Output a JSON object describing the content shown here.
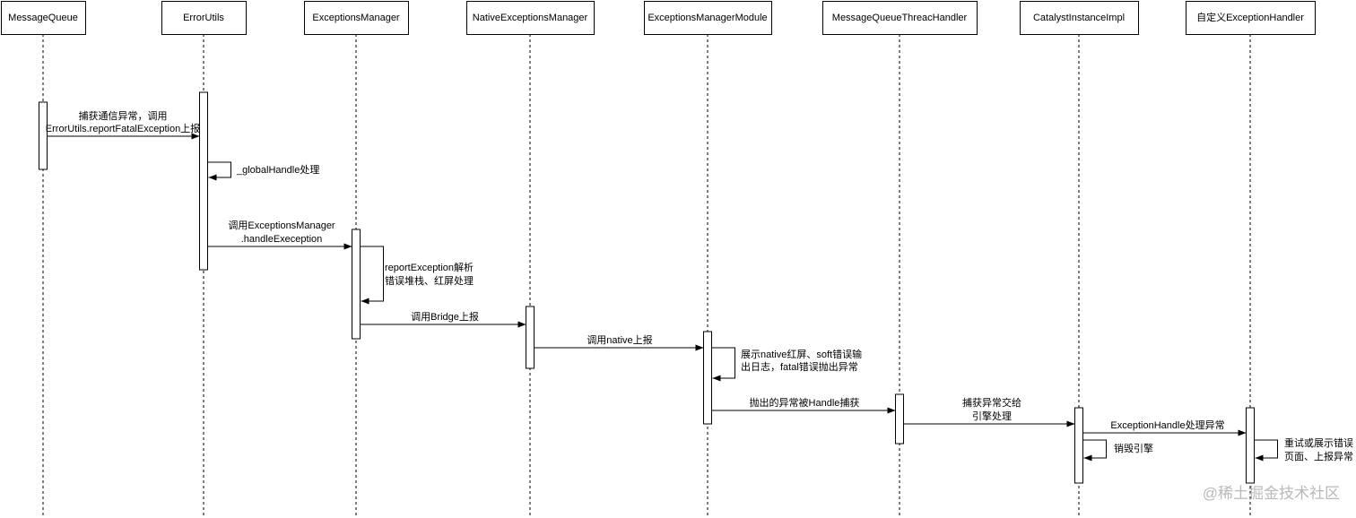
{
  "participants": [
    {
      "id": "mq",
      "label": "MessageQueue"
    },
    {
      "id": "eu",
      "label": "ErrorUtils"
    },
    {
      "id": "em",
      "label": "ExceptionsManager"
    },
    {
      "id": "nem",
      "label": "NativeExceptionsManager"
    },
    {
      "id": "emm",
      "label": "ExceptionsManagerModule"
    },
    {
      "id": "mqt",
      "label": "MessageQueueThreacHandler"
    },
    {
      "id": "cii",
      "label": "CatalystInstanceImpl"
    },
    {
      "id": "ceh",
      "label": "自定义ExceptionHandler"
    }
  ],
  "messages": [
    {
      "from": "mq",
      "to": "eu",
      "lines": [
        "捕获通信异常，调用",
        "ErrorUtils.reportFatalException上报"
      ]
    },
    {
      "from": "eu",
      "to": "eu",
      "lines": [
        "_globalHandle处理"
      ]
    },
    {
      "from": "eu",
      "to": "em",
      "lines": [
        "调用ExceptionsManager",
        ".handleExeception"
      ]
    },
    {
      "from": "em",
      "to": "em",
      "lines": [
        "reportException解析",
        "错误堆栈、红屏处理"
      ]
    },
    {
      "from": "em",
      "to": "nem",
      "lines": [
        "调用Bridge上报"
      ]
    },
    {
      "from": "nem",
      "to": "emm",
      "lines": [
        "调用native上报"
      ]
    },
    {
      "from": "emm",
      "to": "emm",
      "lines": [
        "展示native红屏、soft错误输",
        "出日志，fatal错误抛出异常"
      ]
    },
    {
      "from": "emm",
      "to": "mqt",
      "lines": [
        "抛出的异常被Handle捕获"
      ]
    },
    {
      "from": "mqt",
      "to": "cii",
      "lines": [
        "捕获异常交给",
        "引擎处理"
      ]
    },
    {
      "from": "cii",
      "to": "ceh",
      "lines": [
        "ExceptionHandle处理异常"
      ]
    },
    {
      "from": "cii",
      "to": "cii",
      "lines": [
        "销毁引擎"
      ]
    },
    {
      "from": "ceh",
      "to": "ceh",
      "lines": [
        "重试或展示错误",
        "页面、上报异常"
      ]
    }
  ],
  "watermark": "@稀土掘金技术社区"
}
